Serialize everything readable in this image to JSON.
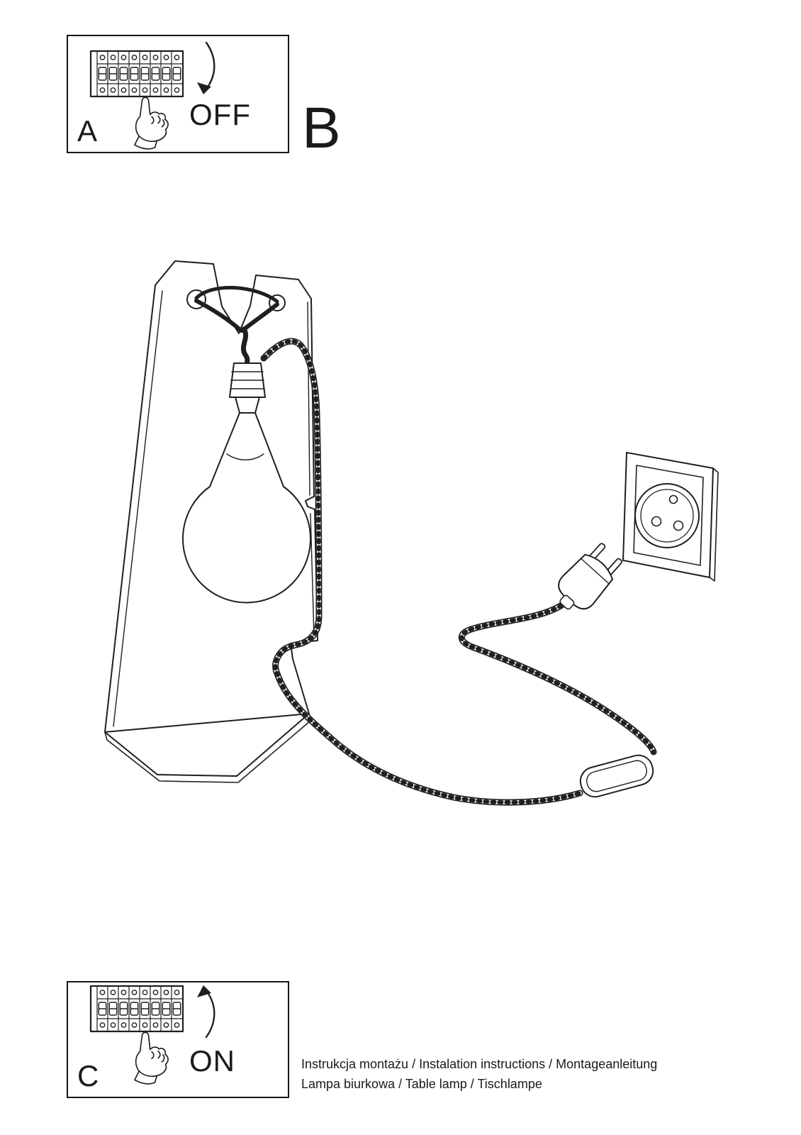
{
  "page": {
    "background": "#ffffff",
    "ink": "#1f1f1f"
  },
  "panels": {
    "a": {
      "label": "A",
      "action": "OFF"
    },
    "b": {
      "label": "B"
    },
    "c": {
      "label": "C",
      "action": "ON"
    }
  },
  "footer": {
    "line1": "Instrukcja montażu / Instalation instructions / Montageanleitung",
    "line2": "Lampa biurkowa / Table lamp / Tischlampe"
  },
  "icons": {
    "panel_a": [
      "circuit-breaker-row-icon",
      "pointing-hand-icon",
      "curved-arrow-down-icon"
    ],
    "panel_c": [
      "circuit-breaker-row-icon",
      "pointing-hand-icon",
      "curved-arrow-up-icon"
    ],
    "main_illustration": [
      "table-lamp-illustration",
      "light-bulb",
      "textile-cable",
      "inline-cord-switch",
      "power-plug",
      "wall-socket"
    ]
  }
}
